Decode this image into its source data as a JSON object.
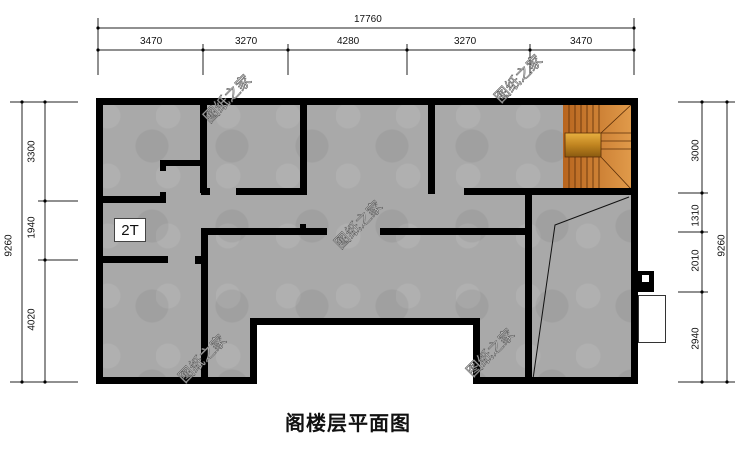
{
  "drawing": {
    "title": "阁楼层平面图",
    "room_label": "2T",
    "watermark": "图纸之家"
  },
  "dimensions": {
    "top_total": "17760",
    "top_segments": [
      "3470",
      "3270",
      "4280",
      "3270",
      "3470"
    ],
    "left_total": "9260",
    "left_segments": [
      "3300",
      "1940",
      "4020"
    ],
    "right_total": "9260",
    "right_segments": [
      "3000",
      "1310",
      "2010",
      "2940"
    ]
  },
  "colors": {
    "wall": "#000000",
    "floor": "#a9a9a9",
    "stair": "#c87a2a",
    "background": "#ffffff"
  }
}
